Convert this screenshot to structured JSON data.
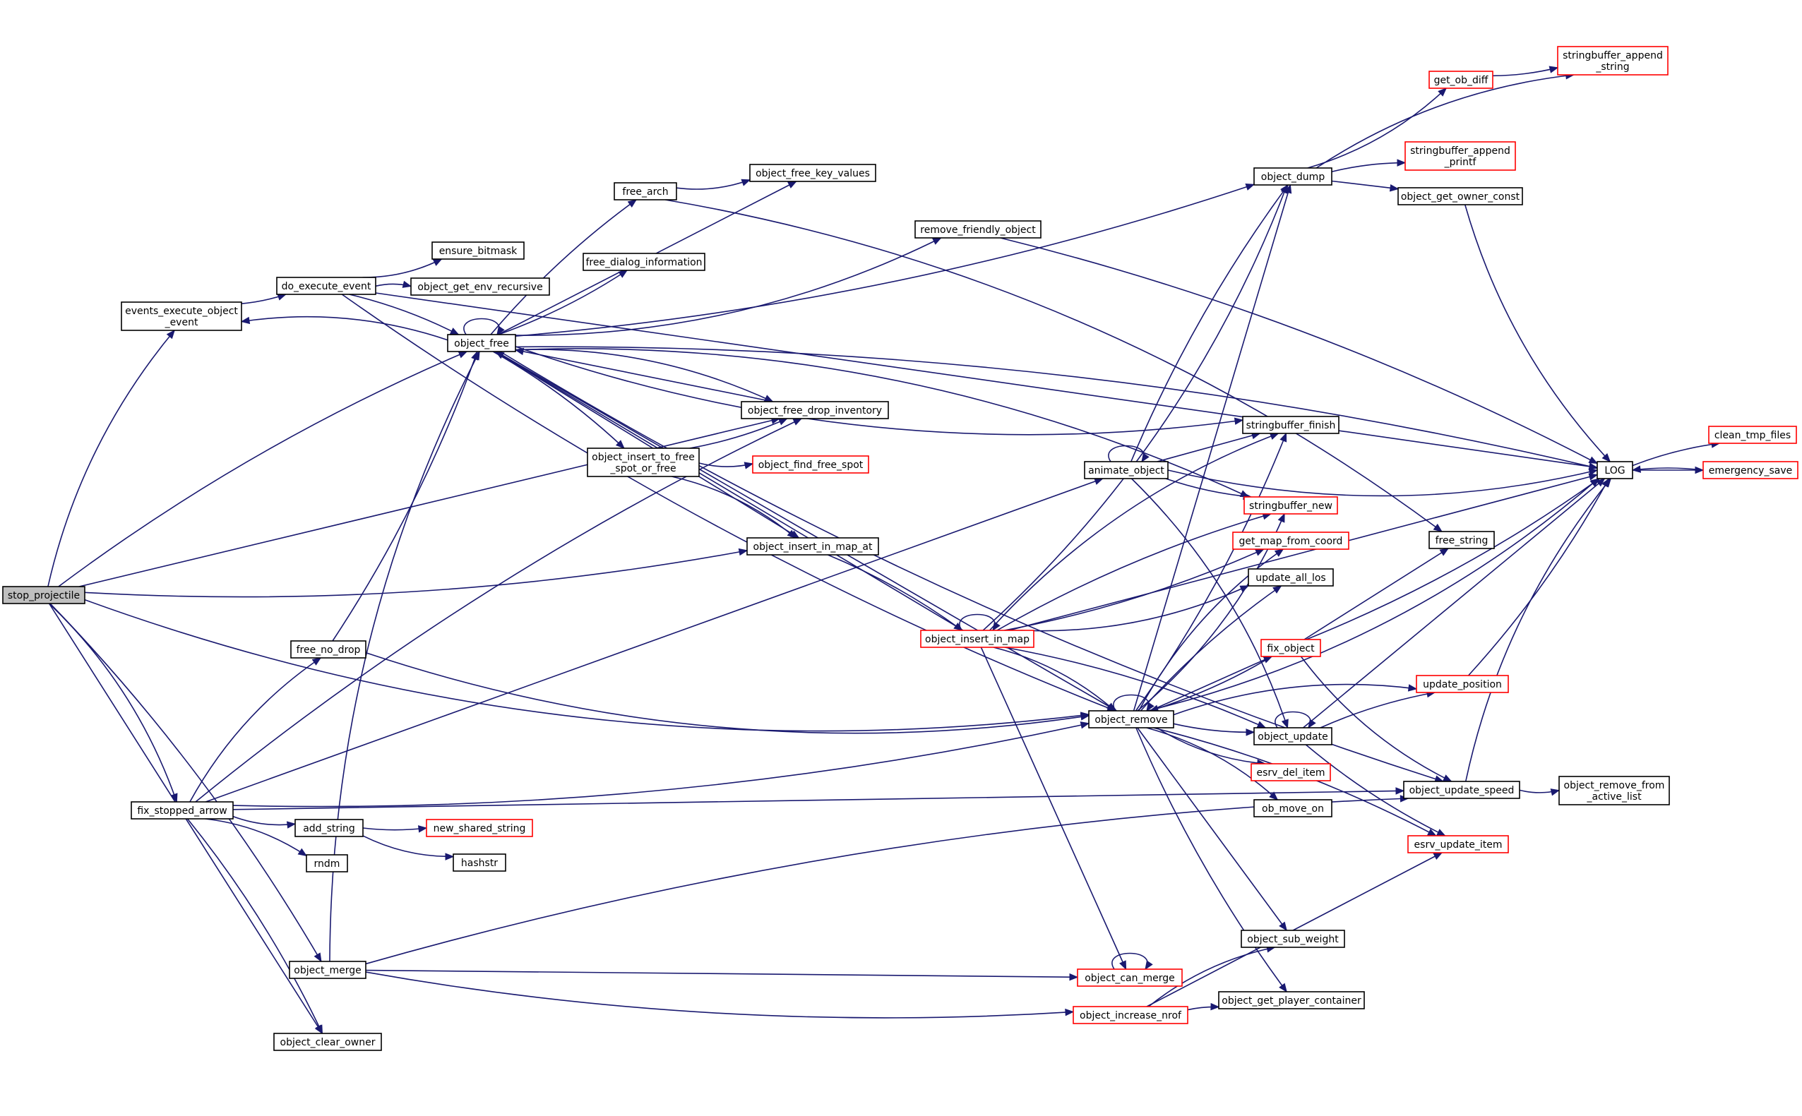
{
  "graph": {
    "colors": {
      "edge": "#191970",
      "node_border": "#000000",
      "node_border_truncated": "#ff0000",
      "root_fill": "#bfbfbf",
      "node_fill": "#ffffff"
    },
    "nodes": [
      {
        "id": "stop_projectile",
        "lines": [
          "stop_projectile"
        ],
        "border": "black",
        "root": true
      },
      {
        "id": "events_execute_object_event",
        "lines": [
          "events_execute_object",
          "_event"
        ],
        "border": "black"
      },
      {
        "id": "do_execute_event",
        "lines": [
          "do_execute_event"
        ],
        "border": "black"
      },
      {
        "id": "ensure_bitmask",
        "lines": [
          "ensure_bitmask"
        ],
        "border": "black"
      },
      {
        "id": "object_get_env_recursive",
        "lines": [
          "object_get_env_recursive"
        ],
        "border": "black"
      },
      {
        "id": "object_free",
        "lines": [
          "object_free"
        ],
        "border": "black"
      },
      {
        "id": "free_arch",
        "lines": [
          "free_arch"
        ],
        "border": "black"
      },
      {
        "id": "object_free_key_values",
        "lines": [
          "object_free_key_values"
        ],
        "border": "black"
      },
      {
        "id": "free_dialog_information",
        "lines": [
          "free_dialog_information"
        ],
        "border": "black"
      },
      {
        "id": "remove_friendly_object",
        "lines": [
          "remove_friendly_object"
        ],
        "border": "black"
      },
      {
        "id": "object_free_drop_inventory",
        "lines": [
          "object_free_drop_inventory"
        ],
        "border": "black"
      },
      {
        "id": "object_insert_to_free_spot_or_free",
        "lines": [
          "object_insert_to_free",
          "_spot_or_free"
        ],
        "border": "black"
      },
      {
        "id": "object_find_free_spot",
        "lines": [
          "object_find_free_spot"
        ],
        "border": "red"
      },
      {
        "id": "object_insert_in_map_at",
        "lines": [
          "object_insert_in_map_at"
        ],
        "border": "black"
      },
      {
        "id": "object_insert_in_map",
        "lines": [
          "object_insert_in_map"
        ],
        "border": "red"
      },
      {
        "id": "free_no_drop",
        "lines": [
          "free_no_drop"
        ],
        "border": "black"
      },
      {
        "id": "fix_stopped_arrow",
        "lines": [
          "fix_stopped_arrow"
        ],
        "border": "black"
      },
      {
        "id": "add_string",
        "lines": [
          "add_string"
        ],
        "border": "black"
      },
      {
        "id": "new_shared_string",
        "lines": [
          "new_shared_string"
        ],
        "border": "red"
      },
      {
        "id": "hashstr",
        "lines": [
          "hashstr"
        ],
        "border": "black"
      },
      {
        "id": "rndm",
        "lines": [
          "rndm"
        ],
        "border": "black"
      },
      {
        "id": "object_merge",
        "lines": [
          "object_merge"
        ],
        "border": "black"
      },
      {
        "id": "object_clear_owner",
        "lines": [
          "object_clear_owner"
        ],
        "border": "black"
      },
      {
        "id": "object_dump",
        "lines": [
          "object_dump"
        ],
        "border": "black"
      },
      {
        "id": "get_ob_diff",
        "lines": [
          "get_ob_diff"
        ],
        "border": "red"
      },
      {
        "id": "stringbuffer_append_string",
        "lines": [
          "stringbuffer_append",
          "_string"
        ],
        "border": "red"
      },
      {
        "id": "stringbuffer_append_printf",
        "lines": [
          "stringbuffer_append",
          "_printf"
        ],
        "border": "red"
      },
      {
        "id": "object_get_owner_const",
        "lines": [
          "object_get_owner_const"
        ],
        "border": "black"
      },
      {
        "id": "stringbuffer_finish",
        "lines": [
          "stringbuffer_finish"
        ],
        "border": "black"
      },
      {
        "id": "animate_object",
        "lines": [
          "animate_object"
        ],
        "border": "black"
      },
      {
        "id": "stringbuffer_new",
        "lines": [
          "stringbuffer_new"
        ],
        "border": "red"
      },
      {
        "id": "get_map_from_coord",
        "lines": [
          "get_map_from_coord"
        ],
        "border": "red"
      },
      {
        "id": "update_all_los",
        "lines": [
          "update_all_los"
        ],
        "border": "black"
      },
      {
        "id": "fix_object",
        "lines": [
          "fix_object"
        ],
        "border": "red"
      },
      {
        "id": "object_remove",
        "lines": [
          "object_remove"
        ],
        "border": "black"
      },
      {
        "id": "object_update",
        "lines": [
          "object_update"
        ],
        "border": "black"
      },
      {
        "id": "esrv_del_item",
        "lines": [
          "esrv_del_item"
        ],
        "border": "red"
      },
      {
        "id": "ob_move_on",
        "lines": [
          "ob_move_on"
        ],
        "border": "black"
      },
      {
        "id": "esrv_update_item",
        "lines": [
          "esrv_update_item"
        ],
        "border": "red"
      },
      {
        "id": "object_sub_weight",
        "lines": [
          "object_sub_weight"
        ],
        "border": "black"
      },
      {
        "id": "object_can_merge",
        "lines": [
          "object_can_merge"
        ],
        "border": "red"
      },
      {
        "id": "object_get_player_container",
        "lines": [
          "object_get_player_container"
        ],
        "border": "black"
      },
      {
        "id": "object_increase_nrof",
        "lines": [
          "object_increase_nrof"
        ],
        "border": "red"
      },
      {
        "id": "free_string",
        "lines": [
          "free_string"
        ],
        "border": "black"
      },
      {
        "id": "update_position",
        "lines": [
          "update_position"
        ],
        "border": "red"
      },
      {
        "id": "object_update_speed",
        "lines": [
          "object_update_speed"
        ],
        "border": "black"
      },
      {
        "id": "object_remove_from_active_list",
        "lines": [
          "object_remove_from",
          "_active_list"
        ],
        "border": "black"
      },
      {
        "id": "LOG",
        "lines": [
          "LOG"
        ],
        "border": "black"
      },
      {
        "id": "clean_tmp_files",
        "lines": [
          "clean_tmp_files"
        ],
        "border": "red"
      },
      {
        "id": "emergency_save",
        "lines": [
          "emergency_save"
        ],
        "border": "red"
      }
    ],
    "edges": [
      [
        "stop_projectile",
        "events_execute_object_event"
      ],
      [
        "stop_projectile",
        "object_free"
      ],
      [
        "stop_projectile",
        "object_free_drop_inventory"
      ],
      [
        "stop_projectile",
        "object_insert_in_map_at"
      ],
      [
        "stop_projectile",
        "object_remove"
      ],
      [
        "stop_projectile",
        "fix_stopped_arrow"
      ],
      [
        "stop_projectile",
        "object_merge"
      ],
      [
        "stop_projectile",
        "object_clear_owner"
      ],
      [
        "events_execute_object_event",
        "do_execute_event"
      ],
      [
        "do_execute_event",
        "ensure_bitmask"
      ],
      [
        "do_execute_event",
        "object_get_env_recursive"
      ],
      [
        "do_execute_event",
        "object_free"
      ],
      [
        "do_execute_event",
        "LOG"
      ],
      [
        "do_execute_event",
        "object_remove"
      ],
      [
        "object_free",
        "events_execute_object_event"
      ],
      [
        "object_free",
        "object_free"
      ],
      [
        "object_free",
        "free_arch"
      ],
      [
        "object_free",
        "object_free_key_values"
      ],
      [
        "object_free",
        "free_dialog_information"
      ],
      [
        "object_free",
        "remove_friendly_object"
      ],
      [
        "object_free",
        "object_free_drop_inventory"
      ],
      [
        "object_free",
        "object_insert_to_free_spot_or_free"
      ],
      [
        "object_free",
        "object_insert_in_map_at"
      ],
      [
        "object_free",
        "object_dump"
      ],
      [
        "object_free",
        "stringbuffer_finish"
      ],
      [
        "object_free",
        "stringbuffer_new"
      ],
      [
        "object_free",
        "LOG"
      ],
      [
        "object_free",
        "object_remove"
      ],
      [
        "object_free",
        "object_update_speed"
      ],
      [
        "free_arch",
        "object_free_key_values"
      ],
      [
        "free_arch",
        "free_string"
      ],
      [
        "remove_friendly_object",
        "LOG"
      ],
      [
        "object_free_drop_inventory",
        "object_free"
      ],
      [
        "object_insert_to_free_spot_or_free",
        "object_free_drop_inventory"
      ],
      [
        "object_insert_to_free_spot_or_free",
        "object_find_free_spot"
      ],
      [
        "object_insert_to_free_spot_or_free",
        "object_insert_in_map_at"
      ],
      [
        "object_insert_in_map_at",
        "object_insert_in_map"
      ],
      [
        "object_insert_in_map",
        "object_free"
      ],
      [
        "object_insert_in_map",
        "object_insert_in_map"
      ],
      [
        "object_insert_in_map",
        "object_dump"
      ],
      [
        "object_insert_in_map",
        "stringbuffer_finish"
      ],
      [
        "object_insert_in_map",
        "stringbuffer_new"
      ],
      [
        "object_insert_in_map",
        "LOG"
      ],
      [
        "object_insert_in_map",
        "get_map_from_coord"
      ],
      [
        "object_insert_in_map",
        "update_all_los"
      ],
      [
        "object_insert_in_map",
        "object_remove"
      ],
      [
        "object_insert_in_map",
        "object_update"
      ],
      [
        "object_insert_in_map",
        "object_can_merge"
      ],
      [
        "free_no_drop",
        "object_free"
      ],
      [
        "free_no_drop",
        "object_remove"
      ],
      [
        "fix_stopped_arrow",
        "free_no_drop"
      ],
      [
        "fix_stopped_arrow",
        "object_free_drop_inventory"
      ],
      [
        "fix_stopped_arrow",
        "animate_object"
      ],
      [
        "fix_stopped_arrow",
        "object_remove"
      ],
      [
        "fix_stopped_arrow",
        "add_string"
      ],
      [
        "fix_stopped_arrow",
        "rndm"
      ],
      [
        "fix_stopped_arrow",
        "object_clear_owner"
      ],
      [
        "fix_stopped_arrow",
        "object_update_speed"
      ],
      [
        "add_string",
        "new_shared_string"
      ],
      [
        "add_string",
        "hashstr"
      ],
      [
        "object_merge",
        "object_free"
      ],
      [
        "object_merge",
        "object_update_speed"
      ],
      [
        "object_merge",
        "object_can_merge"
      ],
      [
        "object_merge",
        "object_increase_nrof"
      ],
      [
        "object_dump",
        "get_ob_diff"
      ],
      [
        "object_dump",
        "stringbuffer_append_string"
      ],
      [
        "object_dump",
        "stringbuffer_append_printf"
      ],
      [
        "object_dump",
        "object_get_owner_const"
      ],
      [
        "get_ob_diff",
        "stringbuffer_append_string"
      ],
      [
        "object_get_owner_const",
        "LOG"
      ],
      [
        "animate_object",
        "animate_object"
      ],
      [
        "animate_object",
        "object_dump"
      ],
      [
        "animate_object",
        "stringbuffer_finish"
      ],
      [
        "animate_object",
        "stringbuffer_new"
      ],
      [
        "animate_object",
        "LOG"
      ],
      [
        "animate_object",
        "object_update"
      ],
      [
        "object_remove",
        "object_remove"
      ],
      [
        "object_remove",
        "object_dump"
      ],
      [
        "object_remove",
        "stringbuffer_finish"
      ],
      [
        "object_remove",
        "stringbuffer_new"
      ],
      [
        "object_remove",
        "get_map_from_coord"
      ],
      [
        "object_remove",
        "update_all_los"
      ],
      [
        "object_remove",
        "fix_object"
      ],
      [
        "object_remove",
        "object_update"
      ],
      [
        "object_remove",
        "esrv_del_item"
      ],
      [
        "object_remove",
        "ob_move_on"
      ],
      [
        "object_remove",
        "esrv_update_item"
      ],
      [
        "object_remove",
        "object_sub_weight"
      ],
      [
        "object_remove",
        "object_get_player_container"
      ],
      [
        "object_remove",
        "LOG"
      ],
      [
        "object_remove",
        "update_position"
      ],
      [
        "fix_object",
        "object_remove"
      ],
      [
        "fix_object",
        "free_string"
      ],
      [
        "fix_object",
        "LOG"
      ],
      [
        "fix_object",
        "object_update_speed"
      ],
      [
        "object_update",
        "object_update"
      ],
      [
        "object_update",
        "update_position"
      ],
      [
        "object_update",
        "LOG"
      ],
      [
        "object_update",
        "esrv_update_item"
      ],
      [
        "object_can_merge",
        "object_can_merge"
      ],
      [
        "object_increase_nrof",
        "object_sub_weight"
      ],
      [
        "object_increase_nrof",
        "object_get_player_container"
      ],
      [
        "object_increase_nrof",
        "esrv_update_item"
      ],
      [
        "update_position",
        "LOG"
      ],
      [
        "object_update_speed",
        "object_remove_from_active_list"
      ],
      [
        "object_update_speed",
        "LOG"
      ],
      [
        "LOG",
        "clean_tmp_files"
      ],
      [
        "LOG",
        "emergency_save"
      ],
      [
        "emergency_save",
        "LOG"
      ]
    ]
  }
}
